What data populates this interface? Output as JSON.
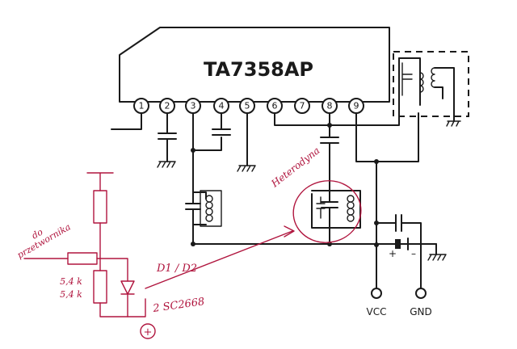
{
  "chip": {
    "part_number": "TA7358AP"
  },
  "pins": [
    "1",
    "2",
    "3",
    "4",
    "5",
    "6",
    "7",
    "8",
    "9"
  ],
  "terminals": {
    "vcc": "VCC",
    "gnd": "GND"
  },
  "polarity": {
    "plus": "+",
    "minus": "–"
  },
  "handwritten": {
    "annotation_top": "Heterodyna",
    "output_note_line1": "do",
    "output_note_line2": "przetwornika",
    "resistor_value_a": "5,4 k",
    "resistor_value_b": "5,4 k",
    "diode_label": "D1 / D2",
    "transistor_label": "2 SC2668",
    "supply_symbol": "+"
  },
  "colors": {
    "ink": "#1a1a1a",
    "pen": "#b0153e",
    "paper": "#ffffff"
  }
}
